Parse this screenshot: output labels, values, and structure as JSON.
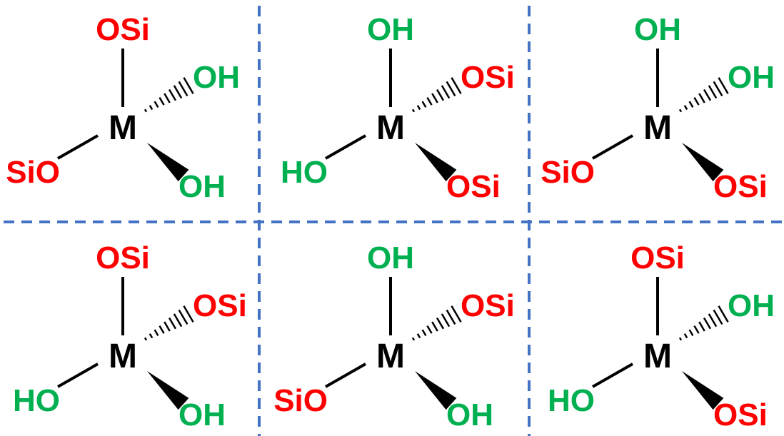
{
  "colors": {
    "center": "#000000",
    "OSi": "#ff0000",
    "SiO": "#ff0000",
    "OH": "#00b050",
    "HO": "#00b050",
    "divider": "#4472c4",
    "bond": "#000000"
  },
  "structures": [
    {
      "center": "M",
      "top": "OSi",
      "hashed": "OH",
      "left": "SiO",
      "wedge": "OH"
    },
    {
      "center": "M",
      "top": "OH",
      "hashed": "OSi",
      "left": "HO",
      "wedge": "OSi"
    },
    {
      "center": "M",
      "top": "OH",
      "hashed": "OH",
      "left": "SiO",
      "wedge": "OSi"
    },
    {
      "center": "M",
      "top": "OSi",
      "hashed": "OSi",
      "left": "HO",
      "wedge": "OH"
    },
    {
      "center": "M",
      "top": "OH",
      "hashed": "OSi",
      "left": "SiO",
      "wedge": "OH"
    },
    {
      "center": "M",
      "top": "OSi",
      "hashed": "OH",
      "left": "HO",
      "wedge": "OSi"
    }
  ]
}
